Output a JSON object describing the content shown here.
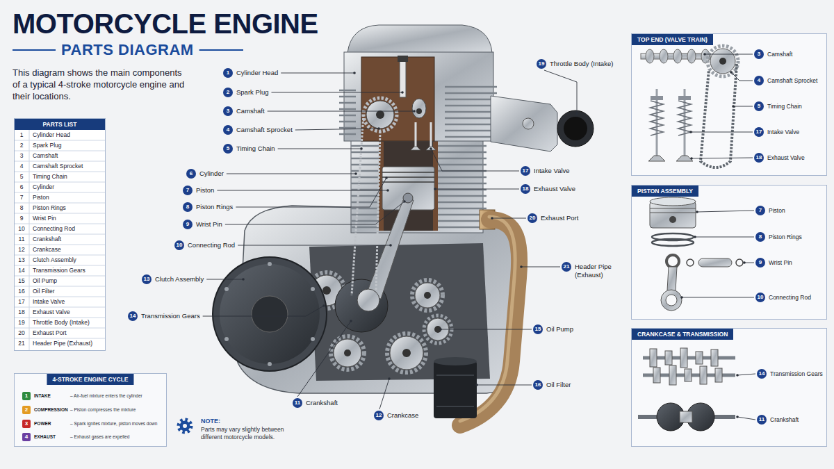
{
  "diagram": {
    "title": "MOTORCYCLE ENGINE",
    "caption": "This diagram shows the main components of a typical 4-stroke motorcycle engine and their locations.",
    "nodes": [
      {
        "text": [
          "PARTS LIST"
        ]
      },
      {
        "text": [
          "1",
          "Cylinder Head"
        ]
      },
      {
        "text": [
          "2",
          "Spark Plug"
        ]
      },
      {
        "text": [
          "3",
          "Camshaft"
        ]
      },
      {
        "text": [
          "4",
          "Camshaft Sprocket"
        ]
      },
      {
        "text": [
          "5",
          "Timing Chain"
        ]
      },
      {
        "text": [
          "6",
          "Cylinder"
        ]
      },
      {
        "text": [
          "7",
          "Piston"
        ]
      },
      {
        "text": [
          "8",
          "Piston Rings"
        ]
      },
      {
        "text": [
          "9",
          "Wrist Pin"
        ]
      },
      {
        "text": [
          "10",
          "Connecting Rod"
        ]
      },
      {
        "text": [
          "11",
          "Crankshaft"
        ]
      },
      {
        "text": [
          "12",
          "Crankcase"
        ]
      },
      {
        "text": [
          "13",
          "Clutch Assembly"
        ]
      },
      {
        "text": [
          "14",
          "Transmission Gears"
        ]
      },
      {
        "text": [
          "15",
          "Oil Pump"
        ]
      },
      {
        "text": [
          "16",
          "Oil Filter"
        ]
      },
      {
        "text": [
          "17",
          "Intake Valve"
        ]
      },
      {
        "text": [
          "18",
          "Exhaust Valve"
        ]
      },
      {
        "text": [
          "19",
          "Throttle Body (Intake)"
        ]
      },
      {
        "text": [
          "20",
          "Exhaust Port"
        ]
      },
      {
        "text": [
          "21",
          "Header Pipe (Exhaust)"
        ]
      },
      {
        "text": [
          "4-STROKE ENGINE CYCLE"
        ]
      },
      {
        "text": [
          "1"
        ],
        "in": 22
      },
      {
        "text": [
          "2"
        ],
        "in": 22
      },
      {
        "text": [
          "3"
        ],
        "in": 22
      },
      {
        "text": [
          "4"
        ],
        "in": 22
      },
      {
        "text": [
          "TOP END (VALVE TRAIN)"
        ]
      },
      {
        "text": [
          "3",
          "Camshaft"
        ],
        "in": 27
      },
      {
        "text": [
          "4",
          "Camshaft Sprocket"
        ],
        "in": 27
      },
      {
        "text": [
          "5",
          "Timing Chain"
        ],
        "in": 27
      },
      {
        "text": [
          "17",
          "Intake Valve"
        ],
        "in": 27
      },
      {
        "text": [
          "18",
          "Exhaust Valve"
        ],
        "in": 27
      },
      {
        "text": [
          "PISTON ASSEMBLY"
        ]
      },
      {
        "text": [
          "7",
          "Piston"
        ],
        "in": 33
      },
      {
        "text": [
          "8",
          "Piston Rings"
        ],
        "in": 33
      },
      {
        "text": [
          "9",
          "Wrist Pin"
        ],
        "in": 33
      },
      {
        "text": [
          "10",
          "Connecting Rod"
        ],
        "in": 33
      },
      {
        "text": [
          "CRANKCASE & TRANSMISSION"
        ]
      },
      {
        "text": [
          "14",
          "Transmission Gears"
        ],
        "in": 38
      },
      {
        "text": [
          "11",
          "Crankshaft"
        ],
        "in": 38
      }
    ],
    "labels": [
      "PARTS DIAGRAM",
      "1",
      "Cylinder Head",
      "2",
      "Spark Plug",
      "3",
      "Camshaft",
      "4",
      "Camshaft Sprocket",
      "5",
      "Timing Chain",
      "6",
      "Cylinder",
      "7",
      "Piston",
      "8",
      "Piston Rings",
      "9",
      "Wrist Pin",
      "10",
      "Connecting Rod",
      "11",
      "Crankshaft",
      "12",
      "Crankcase",
      "13",
      "Clutch Assembly",
      "14",
      "Transmission Gears",
      "15",
      "Oil Pump",
      "16",
      "Oil Filter",
      "17",
      "Intake Valve",
      "18",
      "Exhaust Valve",
      "19",
      "Throttle Body (Intake)",
      "20",
      "Exhaust Port",
      "21",
      "Header Pipe (Exhaust)",
      "INTAKE",
      "– Air-fuel mixture enters the cylinder",
      "COMPRESSION",
      "– Piston compresses the mixture",
      "POWER",
      "– Spark ignites mixture, piston moves down",
      "EXHAUST",
      "– Exhaust gases are expelled",
      "NOTE:",
      "Parts may vary slightly between different motorcycle models."
    ]
  }
}
